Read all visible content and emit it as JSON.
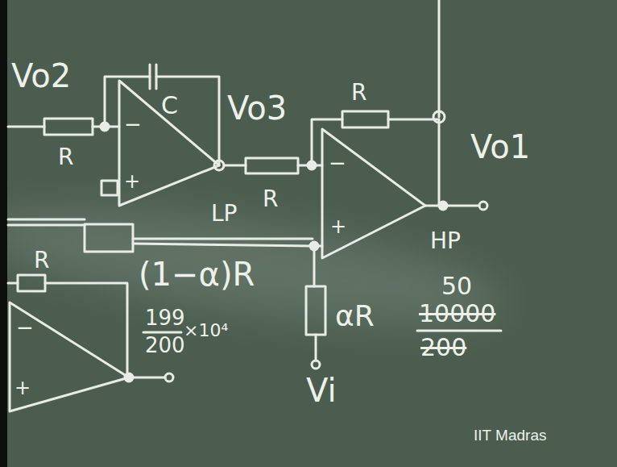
{
  "diagram": {
    "labels": [
      "Vo2",
      "C",
      "R",
      "−",
      "+",
      "Vo3",
      "LP",
      "R",
      "R",
      "−",
      "+",
      "Vo1",
      "HP",
      "R",
      "(1−α)R",
      "199",
      "200",
      "×10⁴",
      "αR",
      "Vi",
      "50",
      "10000",
      "200",
      "−",
      "+",
      "IIT Madras"
    ]
  }
}
